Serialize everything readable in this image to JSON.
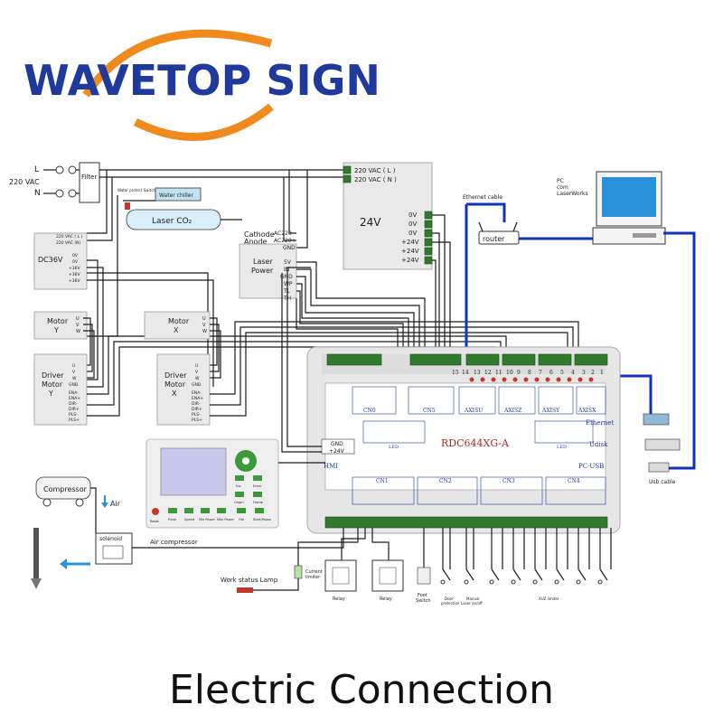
{
  "brand": {
    "name": "WAVETOP SIGN",
    "text_color": "#1f3a9c",
    "arc_color": "#f08a1c"
  },
  "caption": "Electric Connection",
  "mains": {
    "l": "L",
    "n": "N",
    "voltage": "220 VAC",
    "filter": "Filter"
  },
  "psu24": {
    "in_l": "220 VAC ( L )",
    "in_n": "220 VAC ( N )",
    "title": "24V",
    "outputs": [
      "0V",
      "0V",
      "0V",
      "+24V",
      "+24V",
      "+24V"
    ]
  },
  "water": {
    "switch": "Water protect Switch",
    "chiller": "Water chiller"
  },
  "laser": {
    "tube": "Laser CO₂",
    "cathode": "Cathode",
    "anode": "Anode",
    "power_title_1": "Laser",
    "power_title_2": "Power",
    "power_in": [
      "AC220-",
      "AC220+",
      "GND"
    ],
    "power_out": [
      "5V",
      "IN",
      "GND",
      "WP",
      "TL",
      "TH"
    ]
  },
  "dc36": {
    "title": "DC36V",
    "terminals": [
      "220 VAC ( L )",
      "220 VAC (N)",
      "0V",
      "0V",
      "+36V",
      "+36V",
      "+36V"
    ]
  },
  "motor_y": {
    "title_1": "Motor",
    "title_2": "Y",
    "pins": [
      "U",
      "V",
      "W"
    ],
    "driver_1": "Driver",
    "driver_2": "Motor",
    "driver_3": "Y",
    "driver_pins": [
      "U",
      "V",
      "W",
      "GND",
      "ENA-",
      "ENA+",
      "DIR-",
      "DIR+",
      "PLS-",
      "PLS+"
    ]
  },
  "motor_x": {
    "title_1": "Motor",
    "title_2": "X",
    "pins": [
      "U",
      "V",
      "W"
    ],
    "driver_1": "Driver",
    "driver_2": "Motor",
    "driver_3": "X",
    "driver_pins": [
      "U",
      "V",
      "W",
      "GND",
      "ENA-",
      "ENA+",
      "DIR-",
      "DIR+",
      "PLS-",
      "PLS+"
    ]
  },
  "network": {
    "ethernet_cable": "Ethernet cable",
    "router": "router",
    "pc_1": "PC",
    "pc_2": "com",
    "pc_3": "LaserWorks",
    "usb_cable": "Usb cable"
  },
  "controller": {
    "model": "RDC644XG-A",
    "hmi": "HMI",
    "ethernet": "Ethernet",
    "udisk": "Udisk",
    "pcusb": "PC-USB",
    "hmi_pins": [
      "GND",
      "+24V"
    ],
    "top_numbers": [
      "15",
      "14",
      "13",
      "12",
      "11",
      "10",
      "9",
      "8",
      "7",
      "6",
      "5",
      "4",
      "3",
      "2",
      "1"
    ],
    "top_groups": [
      "CN0",
      "CN5",
      "AXISU",
      "AXISZ",
      "AXISY",
      "AXISX"
    ],
    "bottom_groups": [
      "CN1",
      "CN2",
      "CN3",
      "CN4"
    ],
    "led_label": "LED"
  },
  "panel": {
    "buttons": [
      "Reset",
      "Pulse",
      "Speed",
      "Min Power",
      "Max Power",
      "File",
      "Start/Pause"
    ],
    "side_buttons": [
      "Esc",
      "Enter",
      "Origin",
      "Frame"
    ]
  },
  "air": {
    "compressor": "Compressor",
    "air": "Air",
    "solenoid": "solenoid",
    "air_compressor": "Air compressor"
  },
  "bottom": {
    "work_lamp": "Work status Lamp",
    "current_limiter_1": "Current",
    "current_limiter_2": "limiter",
    "relay": "Relay",
    "foot_1": "Foot",
    "foot_2": "Switch",
    "door_1": "Door",
    "door_2": "protection",
    "manual_1": "Manual",
    "manual_2": "Laser on/off",
    "xyz": "XUZ limiter"
  },
  "colors": {
    "terminal_green": "#2f7a2f",
    "blue_wire": "#1133bb",
    "board_grey": "#e6e6e6",
    "screen_blue": "#2a8fd9"
  }
}
